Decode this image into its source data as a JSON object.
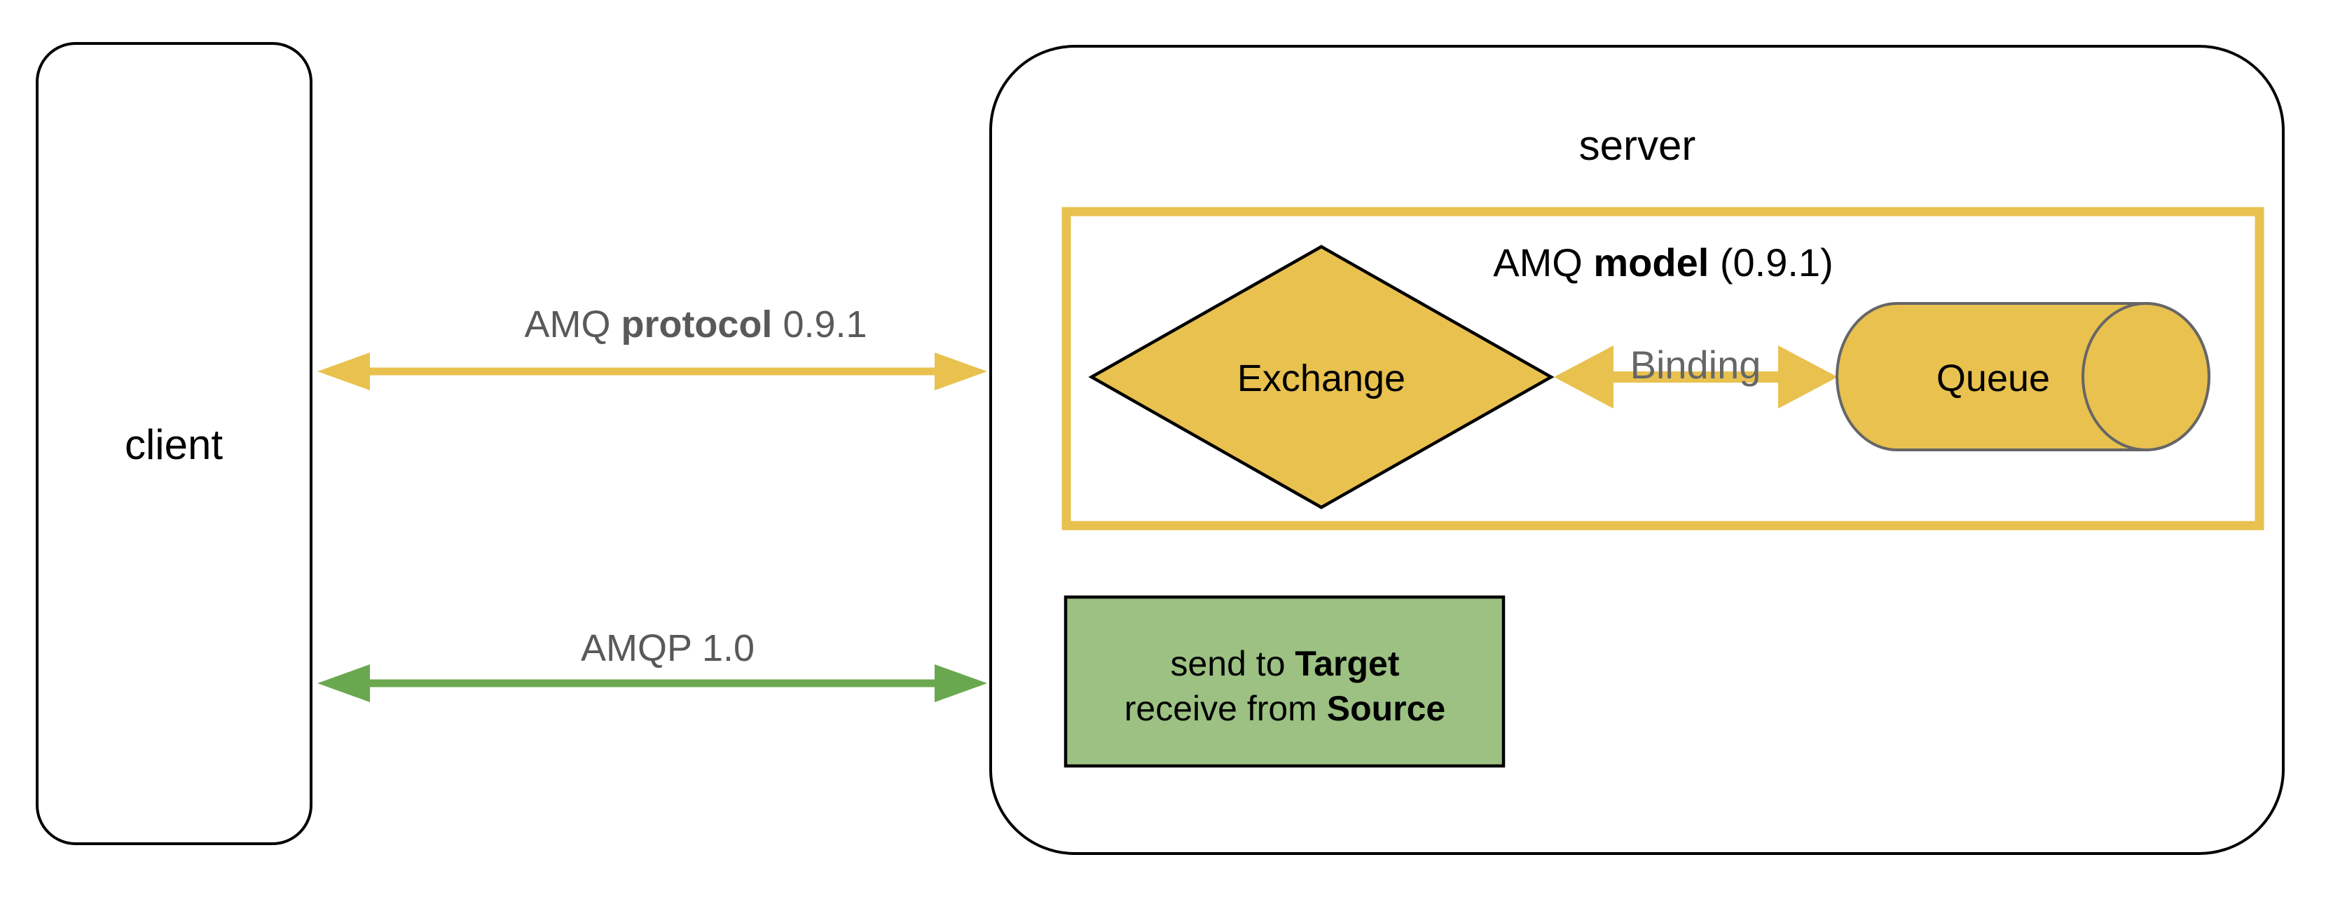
{
  "colors": {
    "yellow": "#e8c14f",
    "green_arrow": "#6aa84f",
    "green_box": "#9cc183",
    "gray_text": "#595959",
    "gray_stroke": "#666666",
    "black": "#000000"
  },
  "client": {
    "label": "client"
  },
  "server": {
    "label": "server"
  },
  "amq_model_box": {
    "title_prefix": "AMQ ",
    "title_bold": "model",
    "title_suffix": " (0.9.1)"
  },
  "exchange": {
    "label": "Exchange"
  },
  "binding": {
    "label": "Binding"
  },
  "queue": {
    "label": "Queue"
  },
  "send_receive_box": {
    "line1_prefix": "send to ",
    "line1_bold": "Target",
    "line2_prefix": "receive from ",
    "line2_bold": "Source"
  },
  "amq_protocol_arrow": {
    "label_prefix": "AMQ ",
    "label_bold": "protocol",
    "label_suffix": " 0.9.1"
  },
  "amqp_arrow": {
    "label": "AMQP 1.0"
  }
}
